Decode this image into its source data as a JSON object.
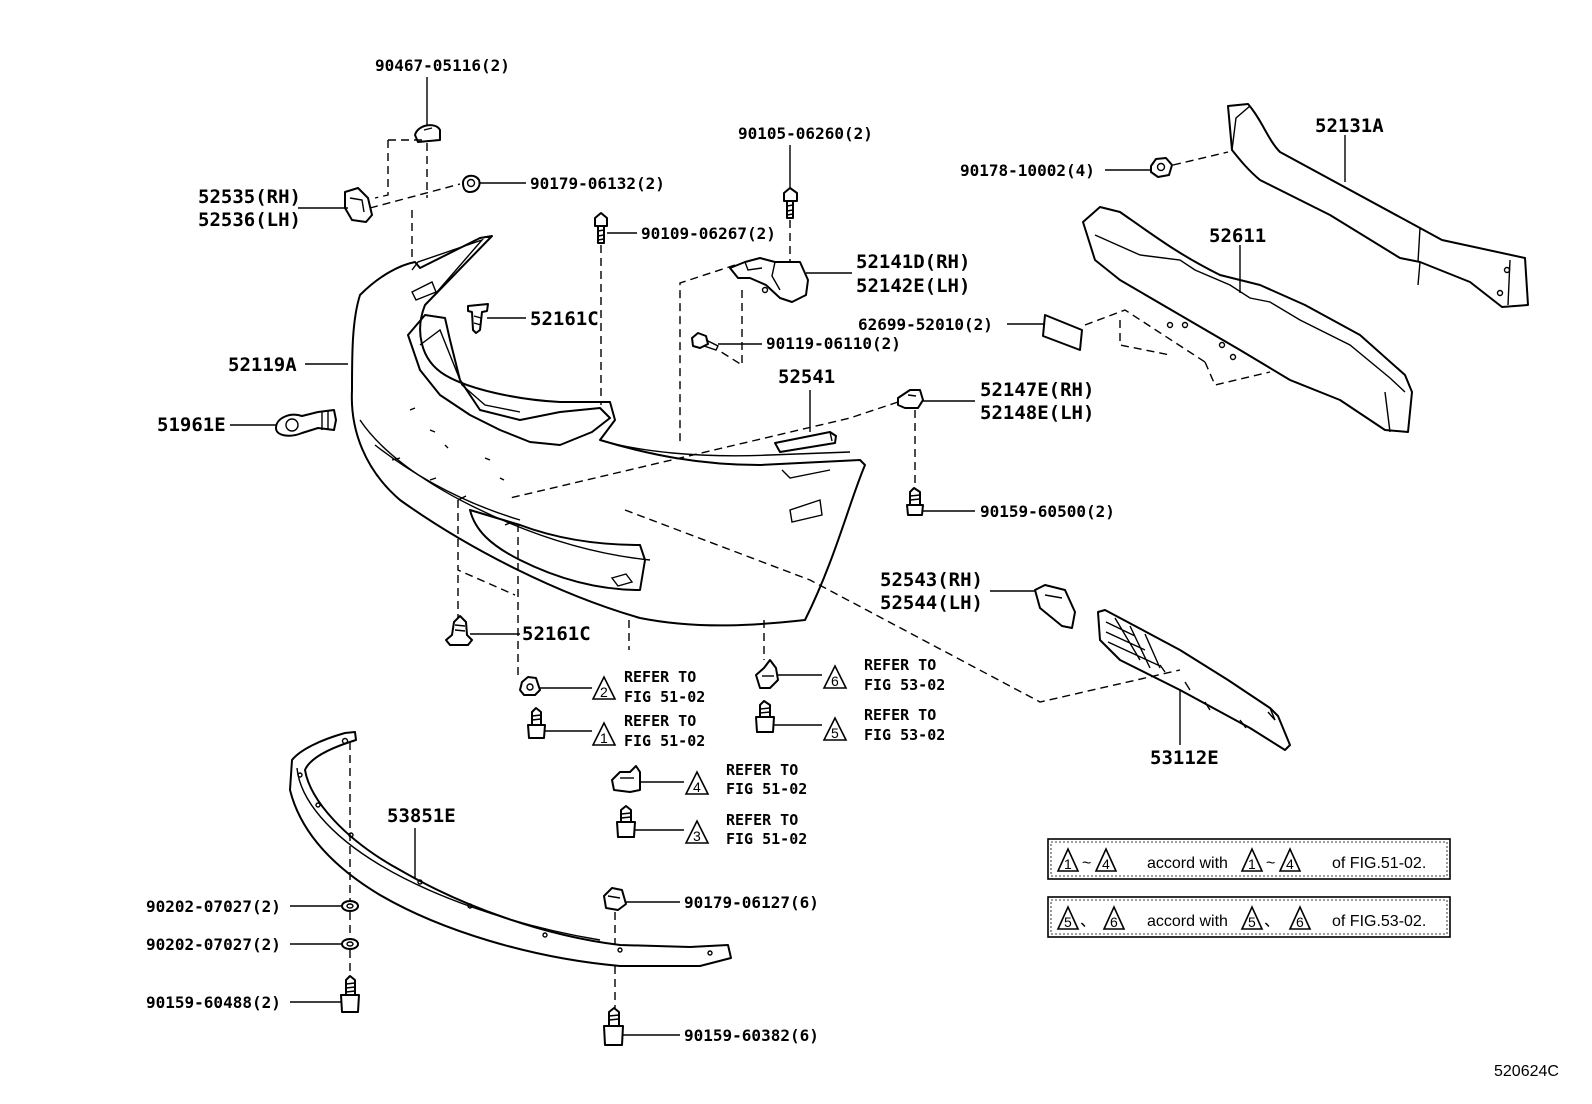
{
  "diagram": {
    "labels": {
      "p90467": "90467-05116(2)",
      "p52535": "52535(RH)",
      "p52536": "52536(LH)",
      "p90179a": "90179-06132(2)",
      "p90109": "90109-06267(2)",
      "p52161c_top": "52161C",
      "p52119a": "52119A",
      "p51961e": "51961E",
      "p90105": "90105-06260(2)",
      "p52141d": "52141D(RH)",
      "p52142e": "52142E(LH)",
      "p90119": "90119-06110(2)",
      "p52541": "52541",
      "p52131a": "52131A",
      "p90178": "90178-10002(4)",
      "p52611": "52611",
      "p62699": "62699-52010(2)",
      "p52147e": "52147E(RH)",
      "p52148e": "52148E(LH)",
      "p90159_60500": "90159-60500(2)",
      "p52543": "52543(RH)",
      "p52544": "52544(LH)",
      "p52161c_bot": "52161C",
      "p53112e": "53112E",
      "p53851e": "53851E",
      "p90202a": "90202-07027(2)",
      "p90202b": "90202-07027(2)",
      "p90159_60488": "90159-60488(2)",
      "p90179b": "90179-06127(6)",
      "p90159_60382": "90159-60382(6)",
      "figure_code": "520624C"
    },
    "refers": {
      "r2": {
        "num": "2",
        "line1": "REFER TO",
        "line2": "FIG 51-02"
      },
      "r1": {
        "num": "1",
        "line1": "REFER TO",
        "line2": "FIG 51-02"
      },
      "r4": {
        "num": "4",
        "line1": "REFER TO",
        "line2": "FIG 51-02"
      },
      "r3": {
        "num": "3",
        "line1": "REFER TO",
        "line2": "FIG 51-02"
      },
      "r6": {
        "num": "6",
        "line1": "REFER TO",
        "line2": "FIG 53-02"
      },
      "r5": {
        "num": "5",
        "line1": "REFER TO",
        "line2": "FIG 53-02"
      }
    },
    "notes": {
      "n1": {
        "a": "1",
        "sep": "~",
        "b": "4",
        "text": "accord with",
        "c": "1",
        "sep2": "~",
        "d": "4",
        "tail": "of FIG.51-02."
      },
      "n2": {
        "a": "5",
        "sep": "、",
        "b": "6",
        "text": "accord with",
        "c": "5",
        "sep2": "、",
        "d": "6",
        "tail": "of FIG.53-02."
      }
    }
  }
}
